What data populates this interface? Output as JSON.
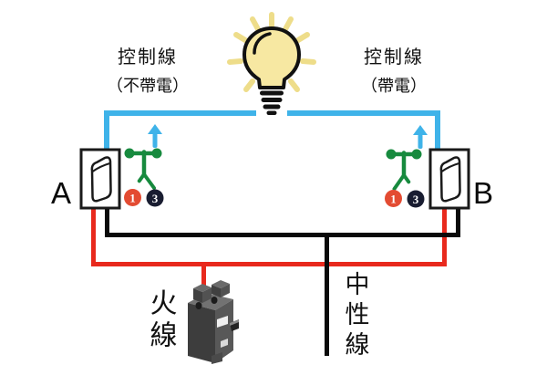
{
  "labels": {
    "control_left": {
      "line1": "控制線",
      "line2": "（不帶電）"
    },
    "control_right": {
      "line1": "控制線",
      "line2": "（帶電）"
    },
    "switch_a": "A",
    "switch_b": "B",
    "live": "火線",
    "neutral": "中性線"
  },
  "terminals": {
    "one": "1",
    "three": "3"
  },
  "colors": {
    "control_wire_blue": "#3fb3e9",
    "live_wire_red": "#e8291d",
    "neutral_wire_black": "#0a0a0a",
    "switch_mechanism_green": "#178a3e",
    "terminal_1_red": "#e34b32",
    "terminal_3_dark": "#191d31",
    "bulb_yellow": "#f7e8a2",
    "bulb_ray_yellow": "#eedd8a"
  },
  "components": {
    "lamp": "light-bulb",
    "switch_a": "rocker-switch",
    "switch_b": "rocker-switch",
    "breaker": "circuit-breaker",
    "switch_state_a": "common-to-terminal-3",
    "switch_state_b": "common-to-terminal-1"
  }
}
